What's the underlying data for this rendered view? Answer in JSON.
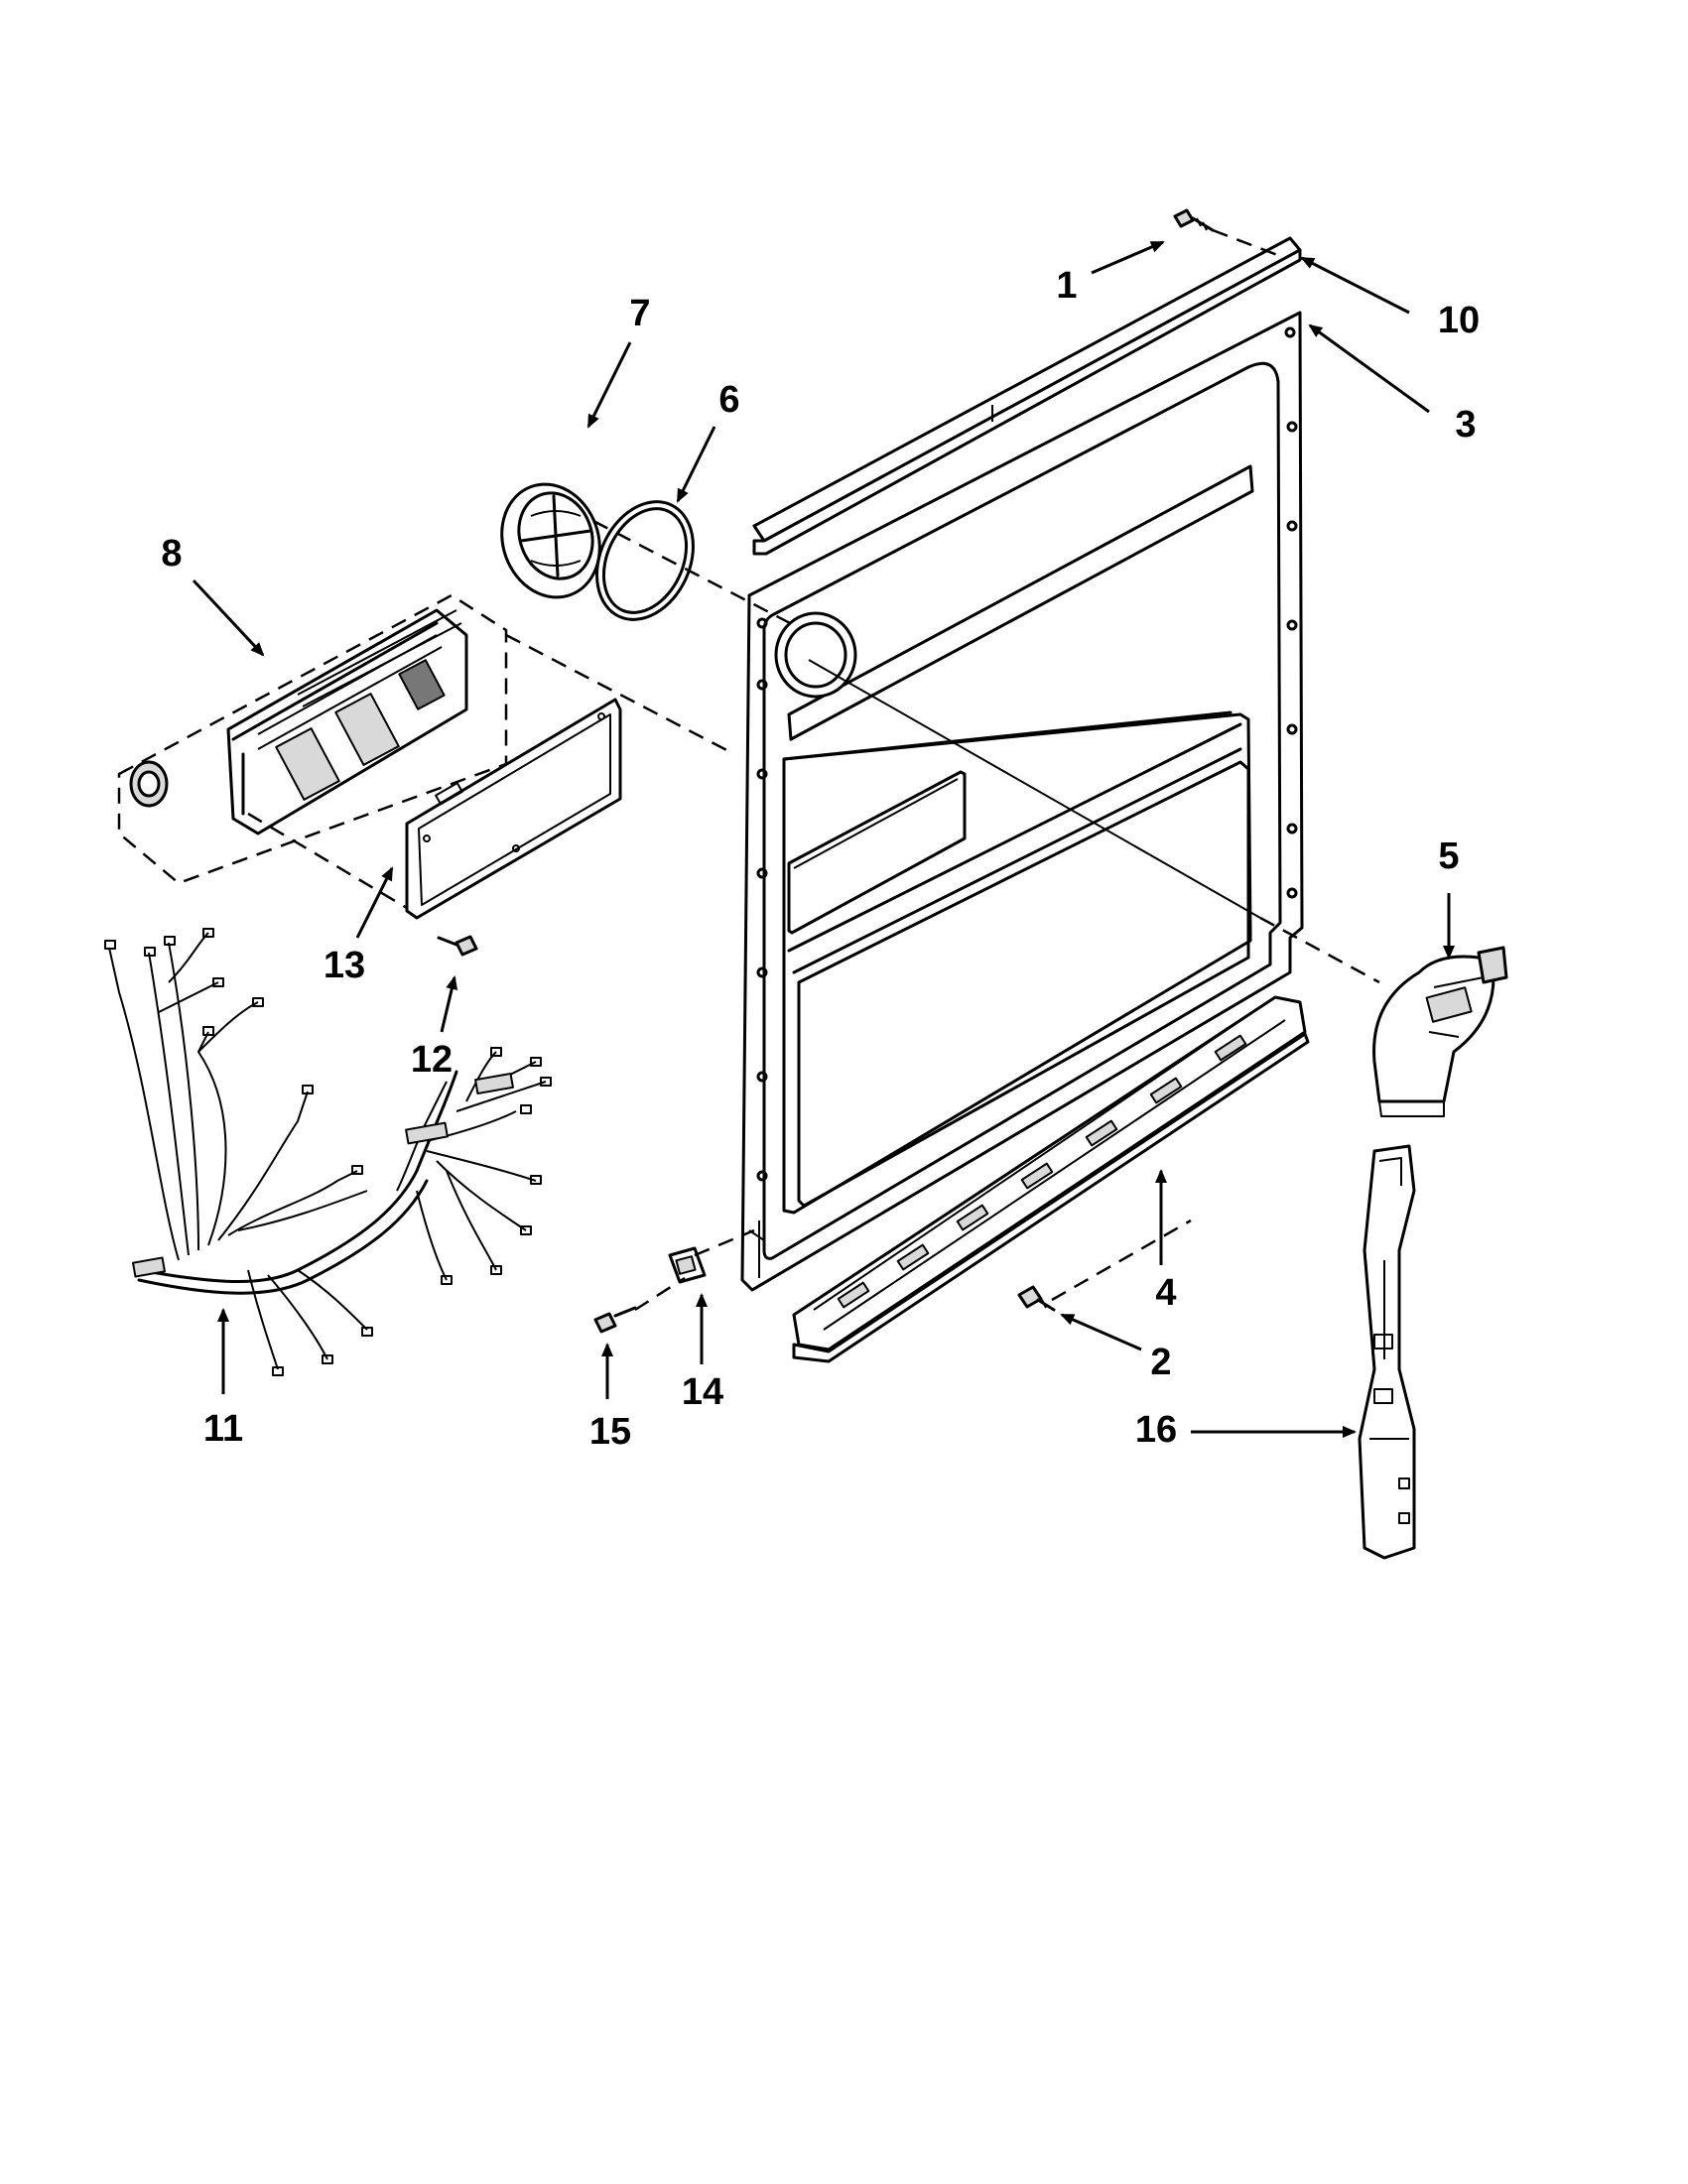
{
  "callouts": {
    "c1": "1",
    "c2": "2",
    "c3": "3",
    "c4": "4",
    "c5": "5",
    "c6": "6",
    "c7": "7",
    "c8": "8",
    "c10": "10",
    "c11": "11",
    "c12": "12",
    "c13": "13",
    "c14": "14",
    "c15": "15",
    "c16": "16"
  }
}
